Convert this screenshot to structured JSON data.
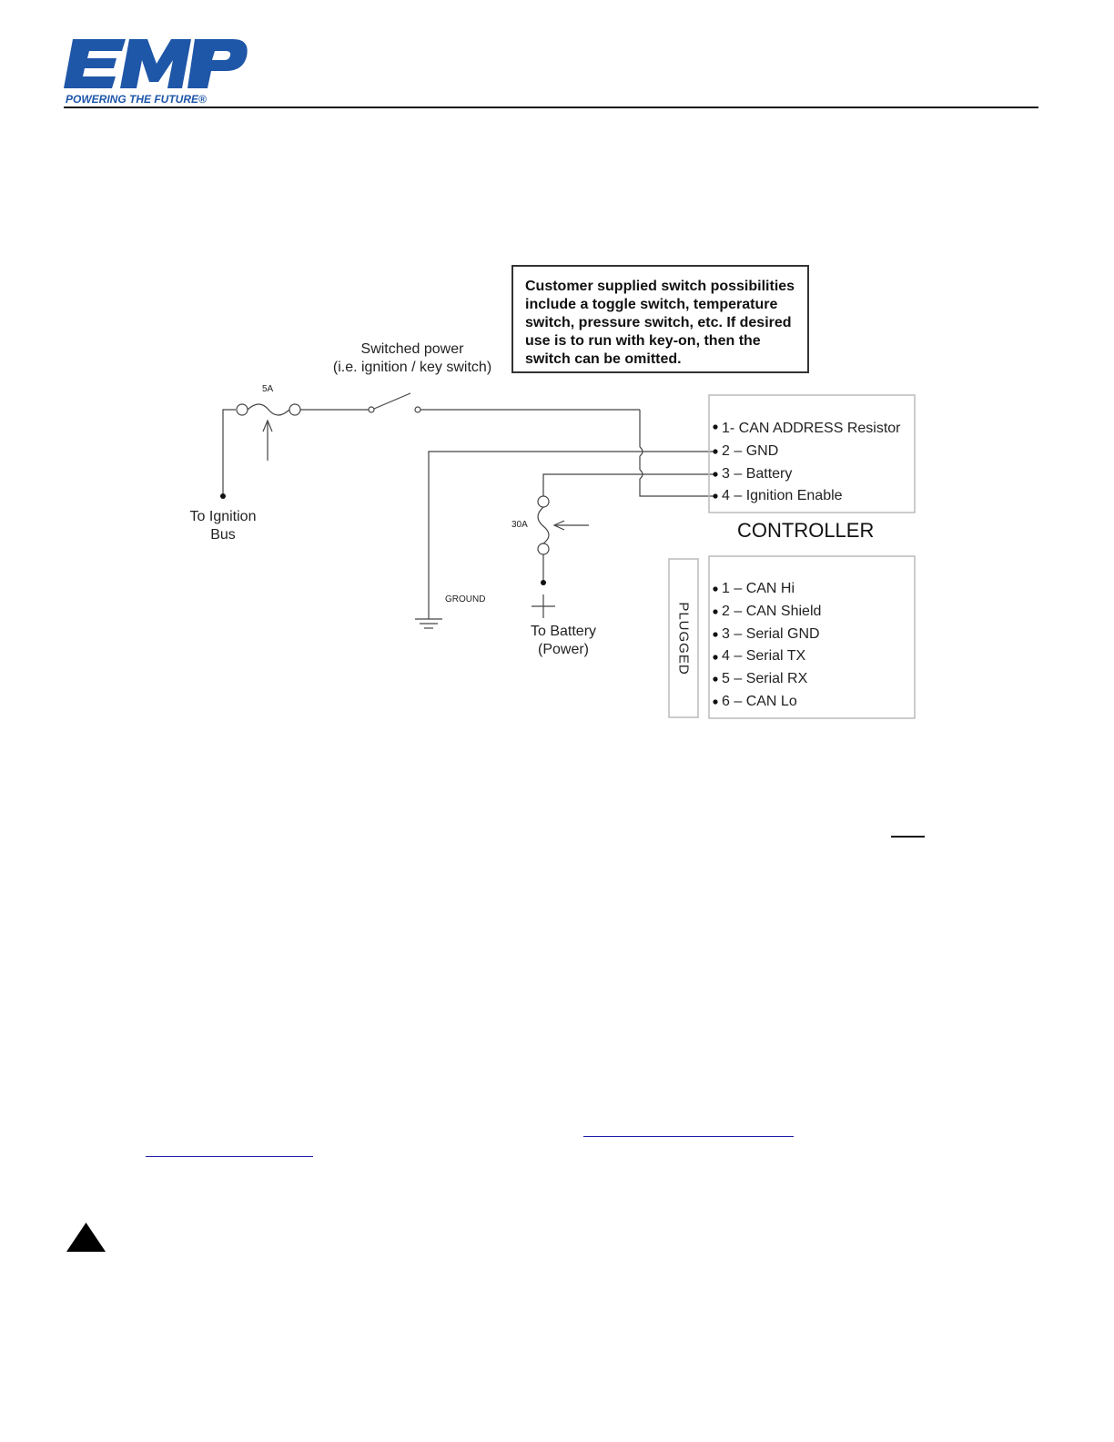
{
  "header": {
    "logo_text": "EMP",
    "logo_tagline": "POWERING THE FUTURE®",
    "brand_color": "#1e56a8"
  },
  "diagram": {
    "callout": "Customer supplied switch possibilities include a toggle switch, temperature switch, pressure switch, etc. If desired use is to run with key-on, then the switch can be omitted.",
    "switched_power_line1": "Switched power",
    "switched_power_line2": "(i.e. ignition / key switch)",
    "fuse_5a": "5A",
    "fuse_30a": "30A",
    "ignition_bus_line1": "To Ignition",
    "ignition_bus_line2": "Bus",
    "ground": "GROUND",
    "battery_line1": "To Battery",
    "battery_line2": "(Power)",
    "controller_title": "CONTROLLER",
    "controller_pins": [
      "1- CAN ADDRESS Resistor",
      "2 – GND",
      "3 – Battery",
      "4 – Ignition Enable"
    ],
    "plugged_label": "PLUGGED",
    "plugged_pins": [
      "1 – CAN Hi",
      "2 – CAN Shield",
      "3 – Serial GND",
      "4 – Serial TX",
      "5 – Serial RX",
      "6 – CAN Lo"
    ]
  },
  "footer": {
    "warning_icon": "warning-triangle-icon"
  }
}
